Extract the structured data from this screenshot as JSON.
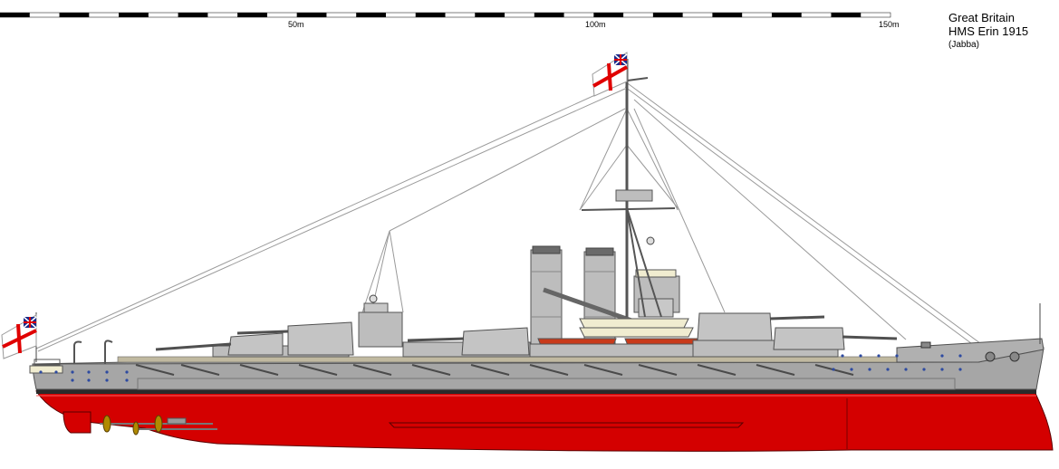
{
  "scale_bar": {
    "labels": [
      "50m",
      "100m",
      "150m"
    ],
    "segment_count": 30
  },
  "caption": {
    "country": "Great Britain",
    "ship_name": "HMS Erin 1915",
    "author": "(Jabba)"
  },
  "colors": {
    "hull_below_waterline": "#d40000",
    "hull_upper": "#a6a6a6",
    "superstructure": "#bdbdbd",
    "deck_line": "#c0b9a0",
    "boats": "#f0ecd0",
    "ensign_red": "#e00000",
    "flag_blue": "#1a2a8a"
  }
}
